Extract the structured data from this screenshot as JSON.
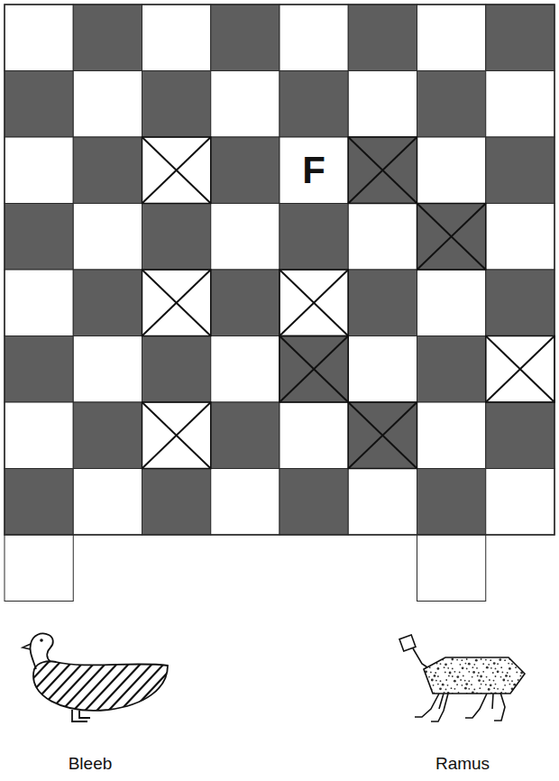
{
  "diagram": {
    "nodes": [
      {
        "text": [
          "F"
        ]
      }
    ],
    "labels": [
      "Bleeb",
      "Ramus"
    ]
  }
}
